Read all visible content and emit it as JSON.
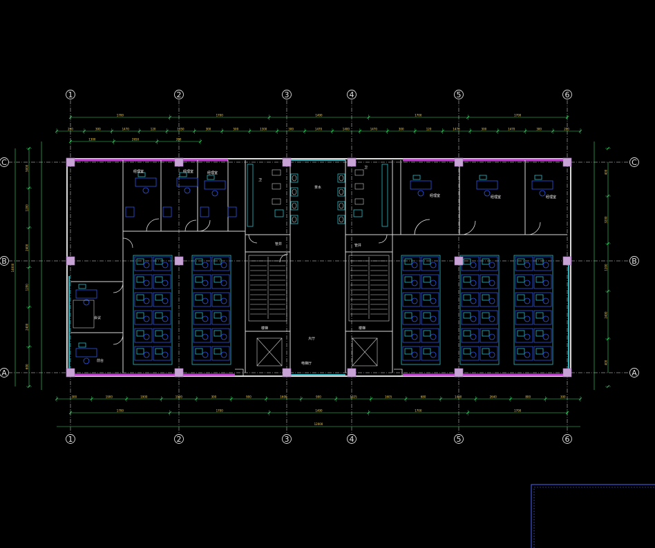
{
  "axes": {
    "vertical": [
      "1",
      "2",
      "3",
      "4",
      "5",
      "6"
    ],
    "horizontal": [
      "C",
      "B",
      "A"
    ]
  },
  "dimensions": {
    "top_overall": [
      "1700",
      "1700",
      "1400",
      "1700",
      "1700"
    ],
    "top_detail": [
      "200",
      "300",
      "1470",
      "120",
      "1050",
      "300",
      "500",
      "1300",
      "300",
      "1470",
      "1400",
      "1470",
      "300",
      "120",
      "1470",
      "300",
      "1470",
      "300",
      "200"
    ],
    "top_sub": [
      "1300",
      "2650",
      "200"
    ],
    "bottom_detail": [
      "300",
      "1900",
      "1900",
      "1900",
      "300",
      "900",
      "1600",
      "900",
      "1025",
      "1605",
      "680",
      "1400",
      "2640",
      "800",
      "300"
    ],
    "bottom_overall": [
      "1700",
      "1700",
      "1400",
      "1700",
      "1700"
    ],
    "bottom_total": "12000",
    "left": [
      "5000",
      "1200",
      "2400",
      "1200",
      "2400",
      "600"
    ],
    "left_total": "14000",
    "right": [
      "400",
      "3200",
      "1200",
      "2400",
      "400"
    ]
  },
  "rooms": {
    "manager_1": "经理室",
    "manager_2": "经理室",
    "manager_3": "经理室",
    "office_right_1": "经理室",
    "office_right_2": "经理室",
    "office_right_3": "经理室",
    "toilet_left": "卫",
    "toilet_right": "卫",
    "pantry": "茶水",
    "lobby": "大厅",
    "lift_hall": "电梯厅",
    "stair_left": "楼梯",
    "stair_right": "楼梯",
    "meeting": "会议",
    "reception": "前台",
    "shaft_left": "管井",
    "shaft_right": "管井"
  }
}
